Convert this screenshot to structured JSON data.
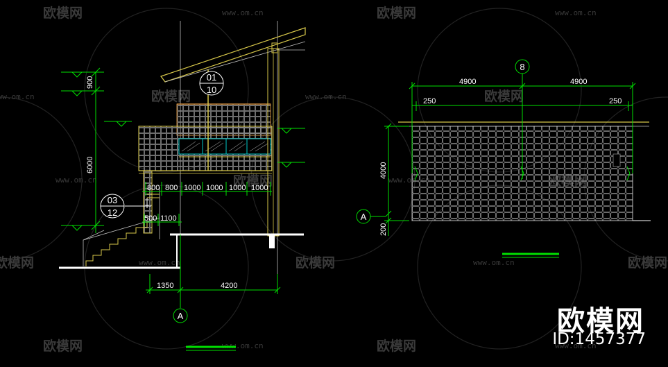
{
  "watermark": {
    "brand_text": "欧模网",
    "url_text": "www.om.cn",
    "corner_brand": "欧模网",
    "corner_id": "ID:1457377"
  },
  "elevation": {
    "level_dims": {
      "top": "900",
      "main": "6000"
    },
    "section_tag_a": {
      "top": "01",
      "bottom": "10"
    },
    "section_tag_b": {
      "top": "03",
      "bottom": "12"
    },
    "spacing_dims": [
      "800",
      "800",
      "1000",
      "1000",
      "1000",
      "1000"
    ],
    "base_dims": [
      "500",
      "1100"
    ],
    "bottom_dims": [
      "1350",
      "4200"
    ],
    "axis": "A"
  },
  "plan": {
    "axis_top": "8",
    "axis_side": "A",
    "top_dims": [
      "4900",
      "4900"
    ],
    "edge_dims": [
      "250",
      "250"
    ],
    "height_dims": [
      "4000",
      "200"
    ]
  },
  "colors": {
    "green": "#00e000",
    "yellow": "#d8c84a",
    "white": "#ffffff",
    "cyan": "#00c8c8",
    "mesh": "#8a8a8a",
    "orange": "#c9883a"
  }
}
